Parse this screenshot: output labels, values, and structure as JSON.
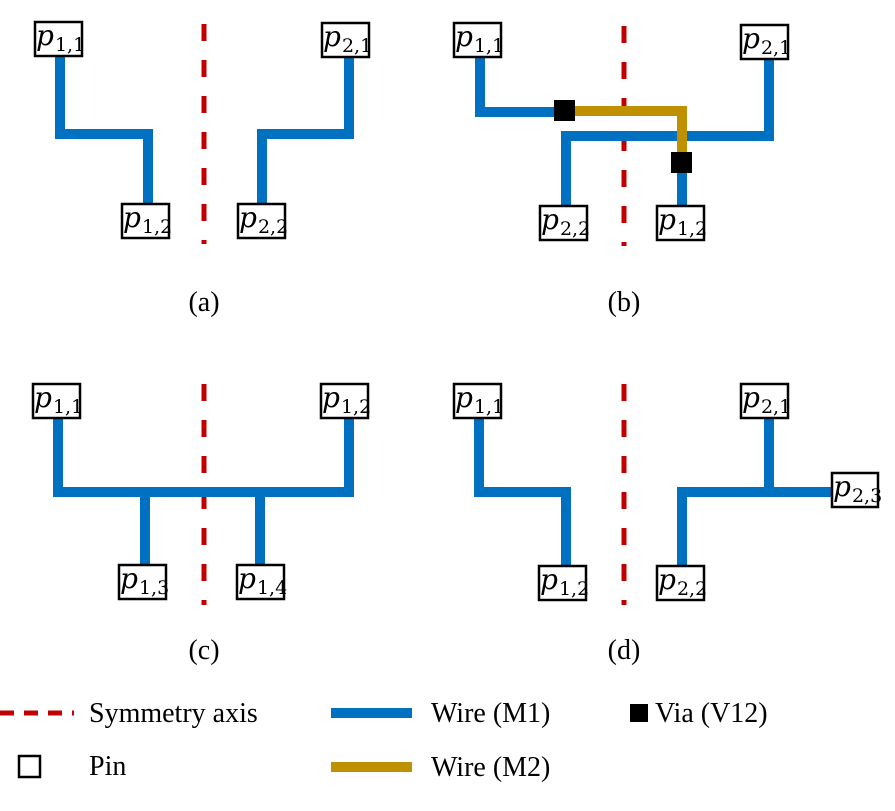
{
  "colors": {
    "symmetry_axis": "#c00000",
    "wire_m1": "#0070c0",
    "wire_m2": "#bf9000",
    "via": "#000000",
    "pin_border": "#000000",
    "pin_fill": "#ffffff"
  },
  "panels": [
    {
      "id": "a",
      "caption": "(a)",
      "pins": [
        {
          "name": "p",
          "sub": "1,1"
        },
        {
          "name": "p",
          "sub": "1,2"
        },
        {
          "name": "p",
          "sub": "2,1"
        },
        {
          "name": "p",
          "sub": "2,2"
        }
      ],
      "wires": [
        {
          "layer": "M1",
          "connects": [
            "p1,1",
            "p1,2"
          ]
        },
        {
          "layer": "M1",
          "connects": [
            "p2,1",
            "p2,2"
          ]
        }
      ],
      "vias": []
    },
    {
      "id": "b",
      "caption": "(b)",
      "pins": [
        {
          "name": "p",
          "sub": "1,1"
        },
        {
          "name": "p",
          "sub": "2,1"
        },
        {
          "name": "p",
          "sub": "2,2"
        },
        {
          "name": "p",
          "sub": "1,2"
        }
      ],
      "wires": [
        {
          "layer": "M1",
          "connects": [
            "p1,1",
            "via-1"
          ]
        },
        {
          "layer": "M2",
          "connects": [
            "via-1",
            "via-2"
          ]
        },
        {
          "layer": "M1",
          "connects": [
            "via-2",
            "p1,2"
          ]
        },
        {
          "layer": "M1",
          "connects": [
            "p2,1",
            "p2,2"
          ]
        }
      ],
      "vias": [
        "via-1",
        "via-2"
      ]
    },
    {
      "id": "c",
      "caption": "(c)",
      "pins": [
        {
          "name": "p",
          "sub": "1,1"
        },
        {
          "name": "p",
          "sub": "1,2"
        },
        {
          "name": "p",
          "sub": "1,3"
        },
        {
          "name": "p",
          "sub": "1,4"
        }
      ],
      "wires": [
        {
          "layer": "M1",
          "connects": [
            "p1,1",
            "p1,2",
            "p1,3",
            "p1,4"
          ]
        }
      ],
      "vias": []
    },
    {
      "id": "d",
      "caption": "(d)",
      "pins": [
        {
          "name": "p",
          "sub": "1,1"
        },
        {
          "name": "p",
          "sub": "1,2"
        },
        {
          "name": "p",
          "sub": "2,1"
        },
        {
          "name": "p",
          "sub": "2,2"
        },
        {
          "name": "p",
          "sub": "2,3"
        }
      ],
      "wires": [
        {
          "layer": "M1",
          "connects": [
            "p1,1",
            "p1,2"
          ]
        },
        {
          "layer": "M1",
          "connects": [
            "p2,1",
            "p2,2",
            "p2,3"
          ]
        }
      ],
      "vias": []
    }
  ],
  "legend": {
    "symmetry_axis": "Symmetry axis",
    "pin": "Pin",
    "wire_m1": "Wire (M1)",
    "wire_m2": "Wire (M2)",
    "via": "Via (V12)"
  }
}
